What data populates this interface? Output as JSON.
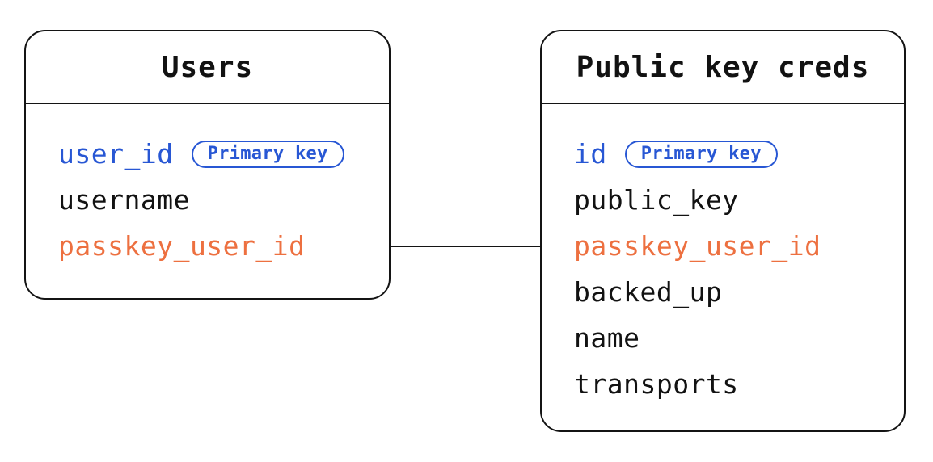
{
  "entities": [
    {
      "name": "Users",
      "fields": [
        {
          "label": "user_id",
          "color": "#2857d4",
          "badge": "Primary key"
        },
        {
          "label": "username",
          "color": "#121212"
        },
        {
          "label": "passkey_user_id",
          "color": "#ed7040"
        }
      ]
    },
    {
      "name": "Public key creds",
      "fields": [
        {
          "label": "id",
          "color": "#2857d4",
          "badge": "Primary key"
        },
        {
          "label": "public_key",
          "color": "#121212"
        },
        {
          "label": "passkey_user_id",
          "color": "#ed7040"
        },
        {
          "label": "backed_up",
          "color": "#121212"
        },
        {
          "label": "name",
          "color": "#121212"
        },
        {
          "label": "transports",
          "color": "#121212"
        }
      ]
    }
  ],
  "relationship": {
    "from_entity": "Users",
    "to_entity": "Public key creds",
    "field": "passkey_user_id"
  },
  "colors": {
    "primary_key_blue": "#2857d4",
    "linked_field_orange": "#ed7040",
    "text_black": "#121212",
    "border_black": "#141414",
    "background": "#ffffff"
  }
}
